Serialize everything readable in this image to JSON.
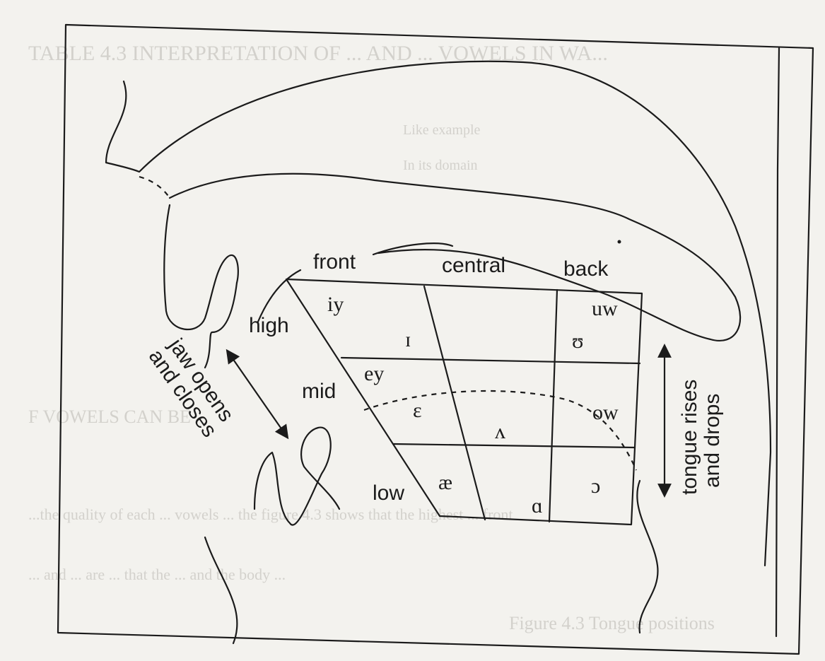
{
  "bleed_text": {
    "top_heading": "TABLE 4.3  INTERPRETATION OF ... AND ... VOWELS IN WA...",
    "row_1": "Like example",
    "row_2": "In its domain",
    "bottom_1": "F VOWELS CAN BE",
    "bottom_2": "...the quality of each ... vowels ... the figure 4.3 shows that the highest ... front",
    "bottom_3": "... and ... are ... that the ... and the body ...",
    "caption_fragment": "Figure 4.3 Tongue positions"
  },
  "diagram": {
    "columns": {
      "front": "front",
      "central": "central",
      "back": "back"
    },
    "rows": {
      "high": "high",
      "mid": "mid",
      "low": "low"
    },
    "jaw_label": [
      "jaw opens",
      "and closes"
    ],
    "tongue_label": [
      "tongue rises",
      "and drops"
    ],
    "vowels": {
      "iy": "iy",
      "ih": "ɪ",
      "uh": "ʊ",
      "uw": "uw",
      "ey": "ey",
      "eh": "ɛ",
      "ah": "ʌ",
      "ow": "ow",
      "ae": "æ",
      "aa": "ɑ",
      "ao": "ɔ"
    }
  },
  "colors": {
    "ink": "#1b1b1b",
    "paper": "#f3f2ee",
    "bleed": "#b9b7b1"
  }
}
